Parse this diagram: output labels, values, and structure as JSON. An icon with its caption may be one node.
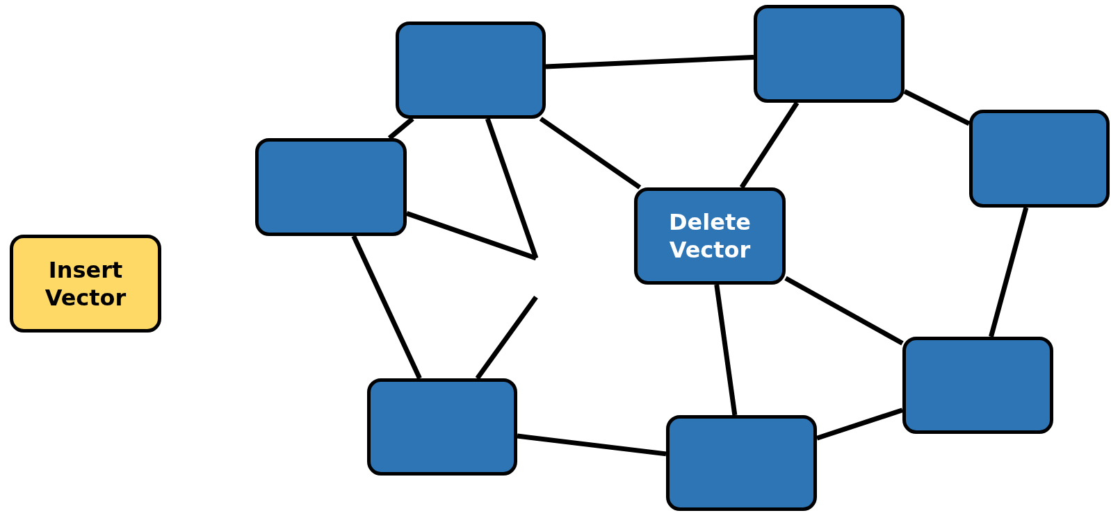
{
  "diagram": {
    "nodes": [
      {
        "text": [
          "Insert Vector"
        ]
      },
      {
        "text": [],
        "shape": "box"
      },
      {
        "text": [],
        "shape": "box"
      },
      {
        "text": [],
        "shape": "box"
      },
      {
        "text": [
          "Delete Vector"
        ]
      },
      {
        "text": [],
        "shape": "box"
      },
      {
        "text": [],
        "shape": "box"
      },
      {
        "text": [],
        "shape": "box"
      },
      {
        "text": [],
        "shape": "box"
      }
    ],
    "edges": [
      {
        "from": 1,
        "to": 2,
        "arrow": "none"
      },
      {
        "from": 1,
        "to": 3,
        "arrow": "none"
      },
      {
        "from": 1,
        "to": 4,
        "arrow": "none"
      },
      {
        "from": 1,
        "to": null,
        "arrow": "none"
      },
      {
        "from": 3,
        "to": null,
        "arrow": "none"
      },
      {
        "from": 2,
        "to": 4,
        "arrow": "none"
      },
      {
        "from": 2,
        "to": 5,
        "arrow": "none"
      },
      {
        "from": 3,
        "to": 6,
        "arrow": "none"
      },
      {
        "from": 6,
        "to": null,
        "arrow": "none"
      },
      {
        "from": 4,
        "to": 7,
        "arrow": "none"
      },
      {
        "from": 4,
        "to": 8,
        "arrow": "none"
      },
      {
        "from": 5,
        "to": 8,
        "arrow": "none"
      },
      {
        "from": 6,
        "to": 7,
        "arrow": "none"
      },
      {
        "from": 7,
        "to": 8,
        "arrow": "none"
      }
    ]
  }
}
